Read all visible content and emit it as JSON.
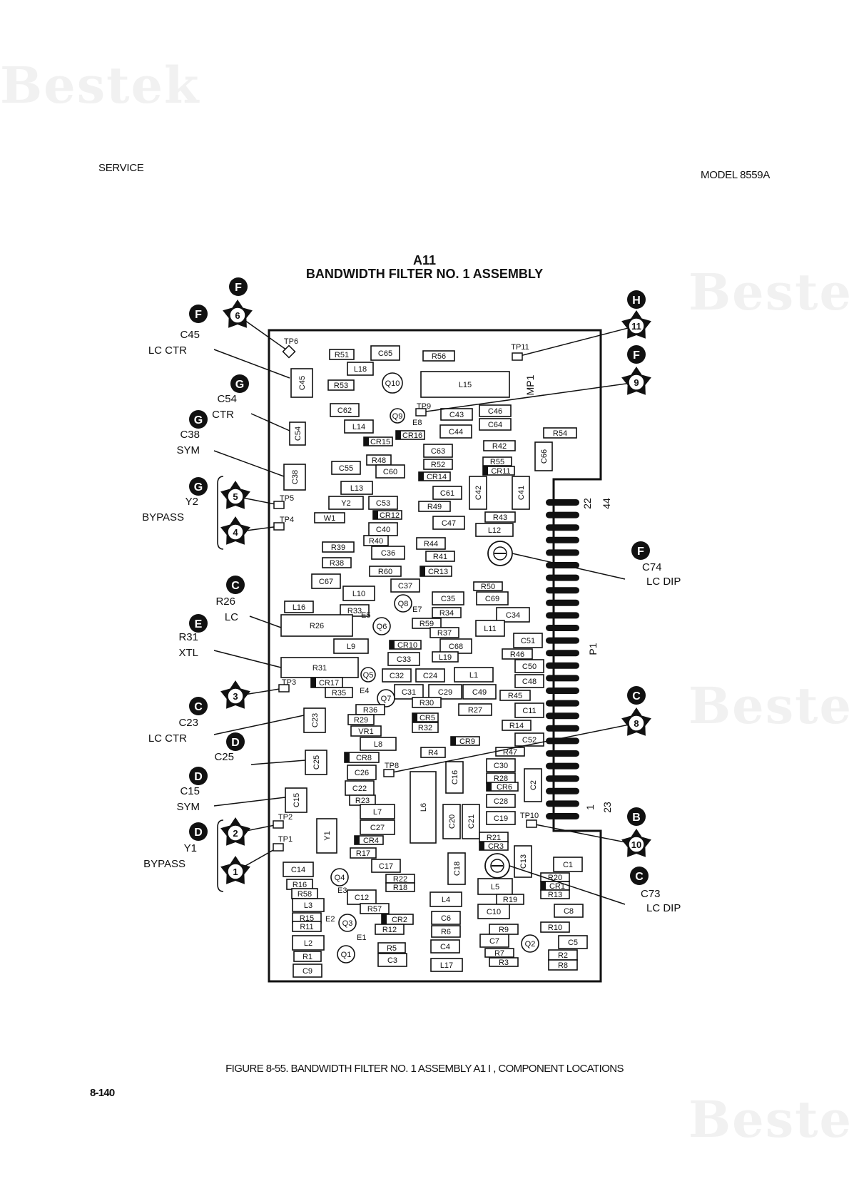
{
  "header": {
    "left": "SERVICE",
    "right": "MODEL 8559A"
  },
  "title": {
    "line1": "A11",
    "line2": "BANDWIDTH FILTER NO. 1 ASSEMBLY"
  },
  "caption": "FIGURE 8-55.   BANDWIDTH FILTER NO. 1 ASSEMBLY A1 I , COMPONENT LOCATIONS",
  "page_number": "8-140",
  "watermark": "Bestek",
  "callouts": [
    {
      "letter": "F",
      "label": "C45",
      "sub": "LC CTR"
    },
    {
      "letter": "G",
      "label": "C54",
      "sub": "CTR"
    },
    {
      "letter": "G",
      "label": "C38",
      "sub": "SYM"
    },
    {
      "letter": "G",
      "label": "Y2",
      "sub": "BYPASS"
    },
    {
      "letter": "C",
      "label": "R26",
      "sub": "LC"
    },
    {
      "letter": "E",
      "label": "R31",
      "sub": "XTL"
    },
    {
      "letter": "C",
      "label": "C23",
      "sub": "LC CTR"
    },
    {
      "letter": "D",
      "label": "C25",
      "sub": ""
    },
    {
      "letter": "D",
      "label": "C15",
      "sub": "SYM"
    },
    {
      "letter": "D",
      "label": "Y1",
      "sub": "BYPASS"
    },
    {
      "letter": "F",
      "label": "C74",
      "sub": "LC DIP"
    },
    {
      "letter": "C",
      "label": "C73",
      "sub": "LC DIP"
    }
  ],
  "star_numbers": [
    "6",
    "5",
    "4",
    "3",
    "2",
    "1",
    "11",
    "9",
    "8",
    "10"
  ],
  "right_circles": [
    "H",
    "F",
    "F",
    "C",
    "B",
    "C"
  ],
  "test_points": [
    "TP6",
    "TP5",
    "TP4",
    "TP3",
    "TP2",
    "TP1",
    "TP11",
    "TP9",
    "TP8",
    "TP10"
  ],
  "edge_labels": [
    "22",
    "44",
    "P1",
    "1",
    "23",
    "MP1"
  ],
  "components": [
    "R51",
    "C65",
    "R56",
    "L18",
    "R53",
    "Q10",
    "L15",
    "C62",
    "Q9",
    "L14",
    "E8",
    "CR15",
    "CR16",
    "C43",
    "C46",
    "C64",
    "C44",
    "R42",
    "R54",
    "C66",
    "R48",
    "C63",
    "R55",
    "CR11",
    "C55",
    "C60",
    "R52",
    "CR14",
    "L13",
    "C61",
    "C42",
    "C41",
    "Y2",
    "C53",
    "R49",
    "W1",
    "CR12",
    "C47",
    "R43",
    "L12",
    "C40",
    "R40",
    "R44",
    "R39",
    "C36",
    "R41",
    "R38",
    "R60",
    "CR13",
    "C67",
    "C37",
    "R50",
    "L10",
    "C35",
    "C69",
    "L16",
    "R33",
    "Q8",
    "E7",
    "R34",
    "C34",
    "R26",
    "E5",
    "Q6",
    "R59",
    "R37",
    "L11",
    "C51",
    "L9",
    "CR10",
    "C68",
    "R46",
    "C33",
    "L19",
    "C50",
    "R31",
    "Q5",
    "C32",
    "C24",
    "L1",
    "C48",
    "CR17",
    "R35",
    "E4",
    "Q7",
    "C31",
    "C29",
    "C49",
    "R45",
    "R36",
    "R30",
    "R27",
    "C11",
    "R29",
    "CR5",
    "R32",
    "R14",
    "VR1",
    "CR9",
    "C52",
    "L8",
    "R4",
    "R47",
    "CR8",
    "C30",
    "C26",
    "C16",
    "R28",
    "CR6",
    "C22",
    "C2",
    "R23",
    "C28",
    "L7",
    "L6",
    "C20",
    "C21",
    "C19",
    "C27",
    "Y1",
    "CR4",
    "R21",
    "CR3",
    "R17",
    "C17",
    "C13",
    "C1",
    "C14",
    "Q4",
    "R22",
    "R18",
    "R20",
    "CR1",
    "R13",
    "R16",
    "R58",
    "E3",
    "C12",
    "L5",
    "R19",
    "L3",
    "L4",
    "C10",
    "C8",
    "R57",
    "R15",
    "R11",
    "E2",
    "Q3",
    "CR2",
    "C6",
    "R10",
    "R12",
    "R9",
    "R6",
    "C7",
    "C5",
    "L2",
    "E1",
    "R5",
    "Q2",
    "R1",
    "Q1",
    "C4",
    "R7",
    "R2",
    "C3",
    "R3",
    "R8",
    "C9",
    "L17",
    "C18",
    "C15",
    "C23",
    "C25",
    "C38",
    "C45",
    "C54"
  ]
}
